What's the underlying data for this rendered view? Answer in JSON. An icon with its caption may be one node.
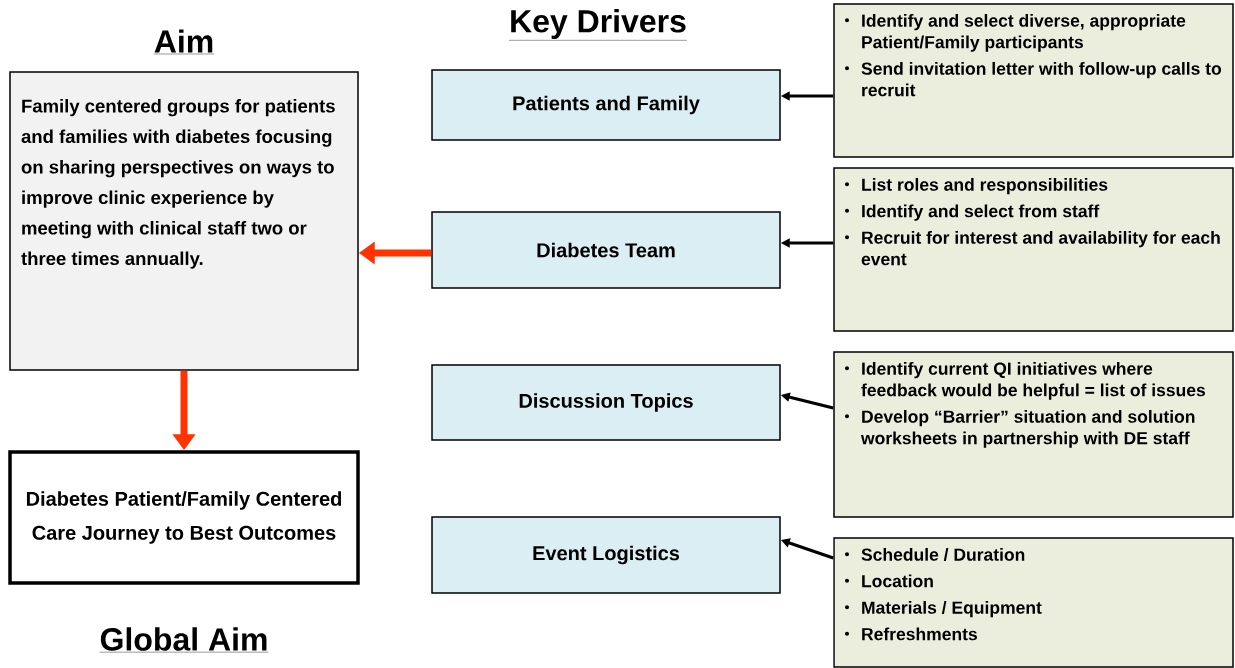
{
  "diagram": {
    "nodes": [
      {
        "text": [
          "Aim",
          "Family centered groups for patients and families with diabetes  focusing on sharing perspectives on ways to improve clinic experience by meeting with clinical staff two or three times annually."
        ]
      },
      {
        "text": [
          "Diabetes Patient/Family Centered Care Journey to Best Outcomes",
          "Global Aim"
        ]
      },
      {
        "text": [
          "Patients and Family"
        ]
      },
      {
        "text": [
          "Diabetes Team"
        ]
      },
      {
        "text": [
          "Discussion Topics"
        ]
      },
      {
        "text": [
          "Event Logistics"
        ]
      },
      {
        "text": [
          "Identify and select diverse, appropriate Patient/Family participants",
          "Send invitation letter with follow-up calls to recruit"
        ]
      },
      {
        "text": [
          "List roles and responsibilities",
          "Identify and select from staff",
          "Recruit for interest and availability for each event"
        ]
      },
      {
        "text": [
          "Identify current QI initiatives where feedback would be helpful = list of issues",
          "Develop “Barrier” situation and solution worksheets in partnership with DE staff"
        ]
      },
      {
        "text": [
          "Schedule / Duration",
          "Location",
          "Materials / Equipment",
          "Refreshments"
        ]
      }
    ],
    "edges": [
      {
        "from": 6,
        "to": 2,
        "arrow": "to"
      },
      {
        "from": 7,
        "to": 3,
        "arrow": "to"
      },
      {
        "from": 8,
        "to": 4,
        "arrow": "to"
      },
      {
        "from": 9,
        "to": 5,
        "arrow": "to"
      },
      {
        "from": 3,
        "to": 0,
        "arrow": "to",
        "style": "thick",
        "color": "#ff3300"
      },
      {
        "from": 0,
        "to": 1,
        "arrow": "to",
        "style": "thick",
        "color": "#ff3300"
      }
    ],
    "labels": [
      "Key Drivers"
    ]
  }
}
